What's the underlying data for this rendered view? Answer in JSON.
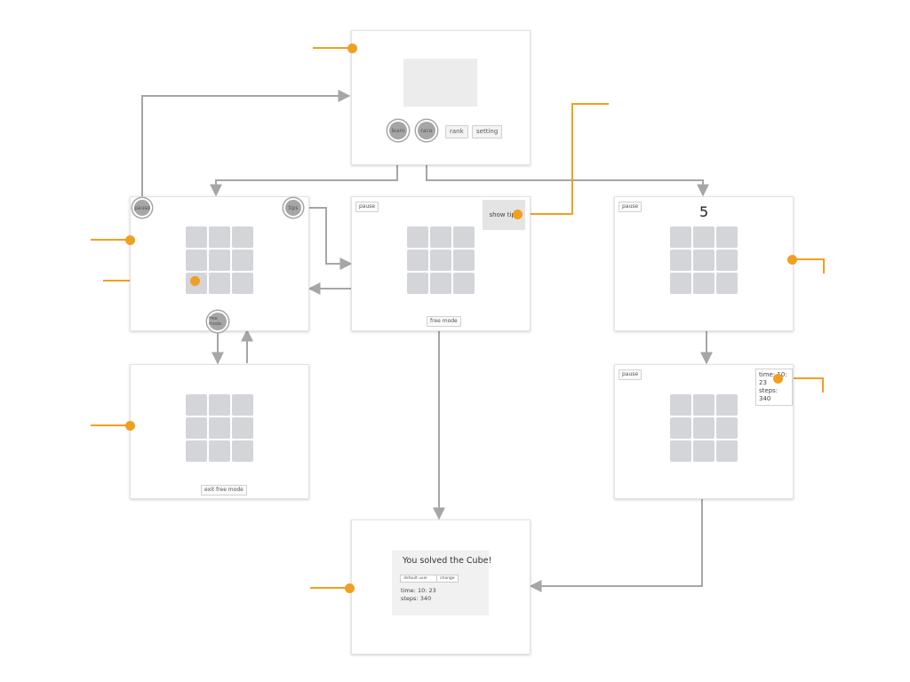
{
  "colors": {
    "connector": "#a6a6a6",
    "annotation": "#f0a020",
    "cell": "#d3d5d8"
  },
  "home": {
    "learn": "learn",
    "race": "race",
    "rank": "rank",
    "setting": "setting"
  },
  "learn_screen": {
    "pause": "pause",
    "tips": "tips",
    "free_mode": "free mode"
  },
  "learn_tips_screen": {
    "pause": "pause",
    "show_tips": "show tips",
    "free_mode": "free mode"
  },
  "free_mode_screen": {
    "exit_free_mode": "exit free mode"
  },
  "race_countdown": {
    "pause": "pause",
    "countdown": "5"
  },
  "race_play": {
    "pause": "pause",
    "time": "time: 10: 23",
    "steps": "steps: 340"
  },
  "result": {
    "title": "You solved the Cube!",
    "user_name": "default user",
    "change": "change",
    "time": "time: 10: 23",
    "steps": "steps: 340"
  },
  "icons": {
    "connector_arrow": "arrow-head-icon",
    "annotation_marker": "orange-dot-icon"
  }
}
